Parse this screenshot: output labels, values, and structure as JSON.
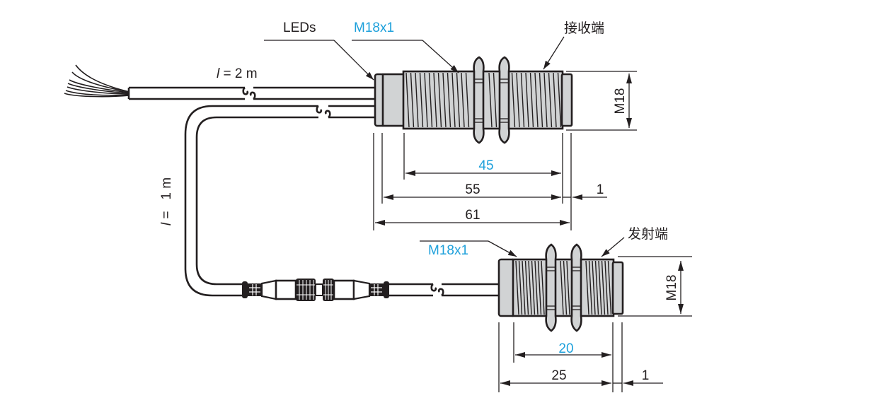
{
  "diagram": {
    "title": "M18 through-beam photoelectric sensor pair dimensions",
    "colors": {
      "line": "#231f20",
      "body_fill": "#d1d3d4",
      "accent": "#1ea0db"
    },
    "receiver": {
      "label": "接收端",
      "leds_label": "LEDs",
      "thread_label": "M18x1",
      "diameter_label": "M18",
      "cable_length_label_italic": "l",
      "cable_length_label_rest": " = 2 m",
      "dims": {
        "thread_length": "45",
        "body_length": "55",
        "total_length": "61",
        "lens_offset": "1"
      }
    },
    "emitter": {
      "label": "发射端",
      "thread_label": "M18x1",
      "diameter_label": "M18",
      "cable_length_label_italic": "l",
      "cable_length_label_rest": " =   1 m",
      "dims": {
        "thread_length": "20",
        "body_length": "25",
        "lens_offset": "1"
      }
    }
  }
}
